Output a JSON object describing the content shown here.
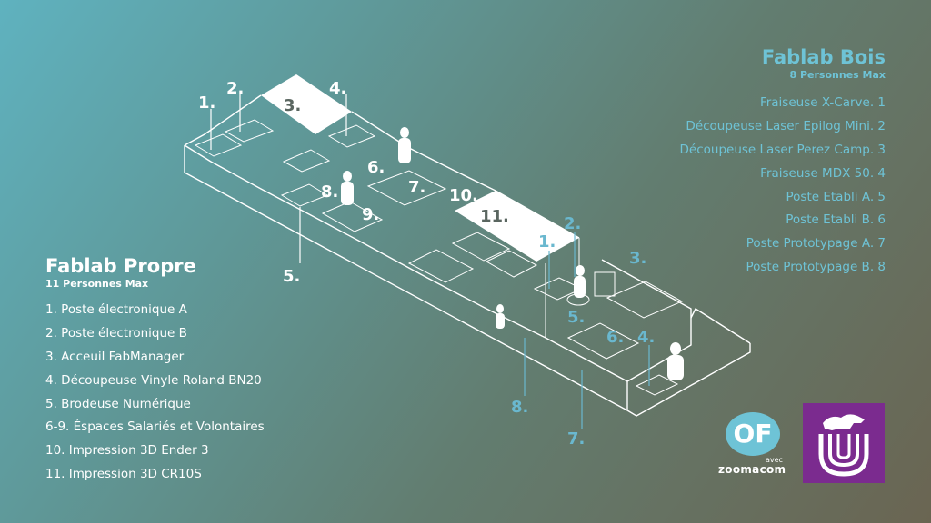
{
  "fablab_bois": {
    "title": "Fablab Bois",
    "capacity": "8 Personnes Max",
    "items": [
      "Fraiseuse X-Carve. 1",
      "Découpeuse Laser Epilog Mini. 2",
      "Découpeuse Laser Perez Camp. 3",
      "Fraiseuse MDX 50. 4",
      "Poste Etabli A. 5",
      "Poste Etabli B. 6",
      "Poste Prototypage A. 7",
      "Poste Prototypage B. 8"
    ]
  },
  "fablab_propre": {
    "title": "Fablab Propre",
    "capacity": "11 Personnes Max",
    "items": [
      "1. Poste électronique A",
      "2. Poste électronique B",
      "3. Acceuil FabManager",
      "4. Découpeuse Vinyle Roland BN20",
      "5. Brodeuse Numérique",
      "6-9. Éspaces Salariés et Volontaires",
      "10. Impression 3D Ender 3",
      "11. Impression 3D CR10S"
    ]
  },
  "plan_labels": {
    "propre": [
      "1.",
      "2.",
      "3.",
      "4.",
      "5.",
      "6.",
      "7.",
      "8.",
      "9.",
      "10.",
      "11."
    ],
    "bois": [
      "1.",
      "2.",
      "3.",
      "4.",
      "5.",
      "6.",
      "7.",
      "8."
    ]
  },
  "logos": {
    "of": "OF",
    "avec": "avec",
    "zoomacom": "zoomacom"
  },
  "colors": {
    "accent_blue": "#6ec3d6",
    "purple": "#7b2b8f",
    "background_start": "#5fb2bf",
    "background_end": "#6a6552"
  }
}
